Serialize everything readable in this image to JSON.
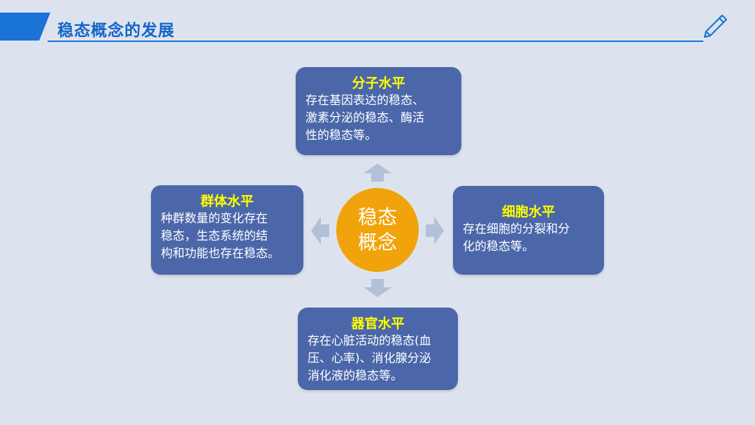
{
  "header": {
    "title": "稳态概念的发展"
  },
  "center": {
    "line1": "稳态",
    "line2": "概念"
  },
  "levels": {
    "molecular": {
      "title": "分子水平",
      "lines": [
        "存在基因表达的稳态、",
        "激素分泌的稳态、酶活",
        "性的稳态等。"
      ]
    },
    "population": {
      "title": "群体水平",
      "lines": [
        "种群数量的变化存在",
        "稳态，生态系统的结",
        "构和功能也存在稳态。"
      ]
    },
    "cellular": {
      "title": "细胞水平",
      "lines": [
        "存在细胞的分裂和分",
        "化的稳态等。"
      ]
    },
    "organ": {
      "title": "器官水平",
      "lines": [
        "存在心脏活动的稳态(血",
        "压、心率)、消化腺分泌",
        "消化液的稳态等。"
      ]
    }
  },
  "colors": {
    "box": "#4b67a9",
    "box_title": "#ffff00",
    "center": "#f0a30a",
    "arrow": "#b4c0d8",
    "accent": "#1a73d6"
  },
  "icons": {
    "header": "pen-icon"
  }
}
